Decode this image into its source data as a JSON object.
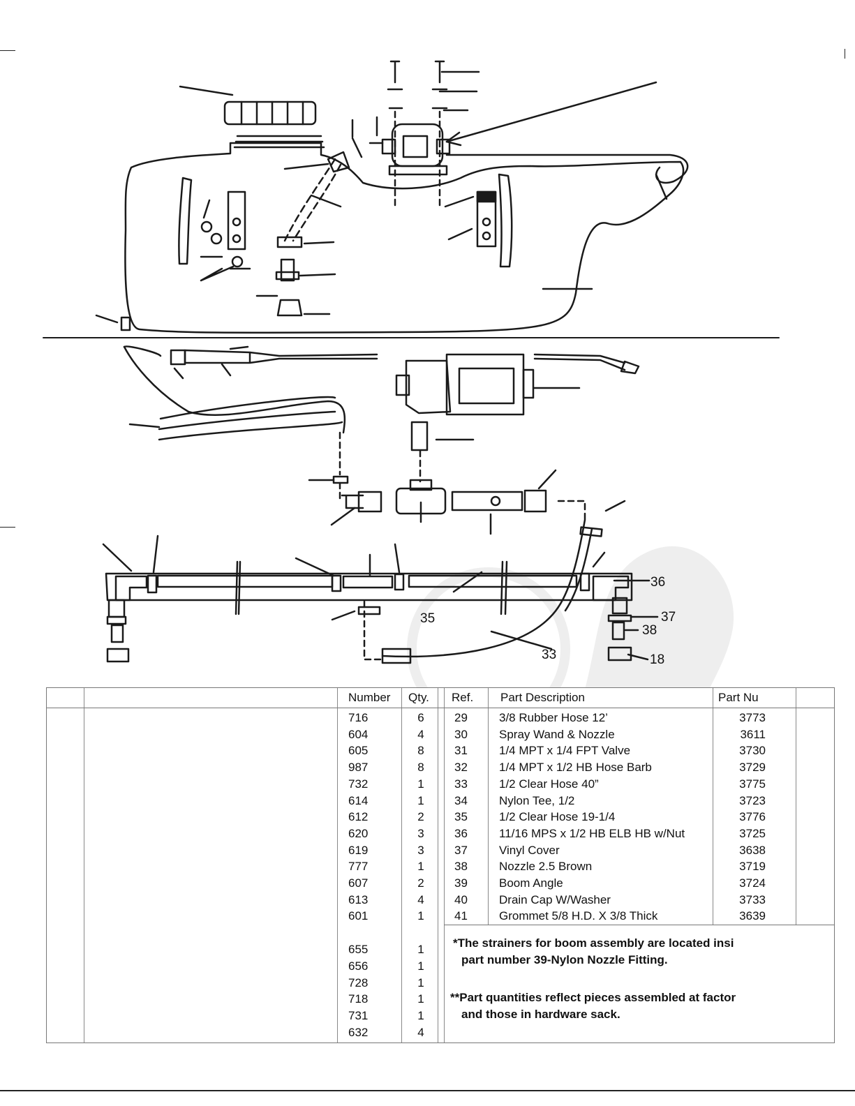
{
  "callouts": [
    "36",
    "37",
    "38",
    "18",
    "35",
    "33"
  ],
  "table": {
    "headers": {
      "number": "Number",
      "qty": "Qty.",
      "ref": "Ref.",
      "desc": "Part Description",
      "part": "Part Nu"
    },
    "left_rows": [
      {
        "number": "716",
        "qty": "6"
      },
      {
        "number": "604",
        "qty": "4"
      },
      {
        "number": "605",
        "qty": "8"
      },
      {
        "number": "987",
        "qty": "8"
      },
      {
        "number": "732",
        "qty": "1"
      },
      {
        "number": "614",
        "qty": "1"
      },
      {
        "number": "612",
        "qty": "2"
      },
      {
        "number": "620",
        "qty": "3"
      },
      {
        "number": "619",
        "qty": "3"
      },
      {
        "number": "777",
        "qty": "1"
      },
      {
        "number": "607",
        "qty": "2"
      },
      {
        "number": "613",
        "qty": "4"
      },
      {
        "number": "601",
        "qty": "1"
      },
      {
        "number": "655",
        "qty": "1"
      },
      {
        "number": "656",
        "qty": "1"
      },
      {
        "number": "728",
        "qty": "1"
      },
      {
        "number": "718",
        "qty": "1"
      },
      {
        "number": "731",
        "qty": "1"
      },
      {
        "number": "632",
        "qty": "4"
      }
    ],
    "right_rows": [
      {
        "ref": "29",
        "desc": "3/8 Rubber Hose 12’",
        "part": "3773"
      },
      {
        "ref": "30",
        "desc": "Spray Wand & Nozzle",
        "part": "3611"
      },
      {
        "ref": "31",
        "desc": "1/4 MPT x 1/4 FPT Valve",
        "part": "3730"
      },
      {
        "ref": "32",
        "desc": "1/4 MPT x 1/2 HB Hose Barb",
        "part": "3729"
      },
      {
        "ref": "33",
        "desc": "1/2 Clear Hose 40”",
        "part": "3775"
      },
      {
        "ref": "34",
        "desc": "Nylon Tee, 1/2",
        "part": "3723"
      },
      {
        "ref": "35",
        "desc": "1/2 Clear Hose 19-1/4",
        "part": "3776"
      },
      {
        "ref": "36",
        "desc": "11/16 MPS x 1/2 HB ELB HB w/Nut",
        "part": "3725"
      },
      {
        "ref": "37",
        "desc": "Vinyl Cover",
        "part": "3638"
      },
      {
        "ref": "38",
        "desc": "Nozzle 2.5 Brown",
        "part": "3719"
      },
      {
        "ref": "39",
        "desc": "Boom Angle",
        "part": "3724"
      },
      {
        "ref": "40",
        "desc": "Drain Cap W/Washer",
        "part": "3733"
      },
      {
        "ref": "41",
        "desc": "Grommet 5/8 H.D. X 3/8 Thick",
        "part": "3639"
      }
    ],
    "notes": [
      "*The strainers for boom assembly are located insi",
      "part number 39-Nylon Nozzle Fitting.",
      "**Part quantities reflect pieces assembled at factor",
      "and those in hardware sack."
    ]
  }
}
